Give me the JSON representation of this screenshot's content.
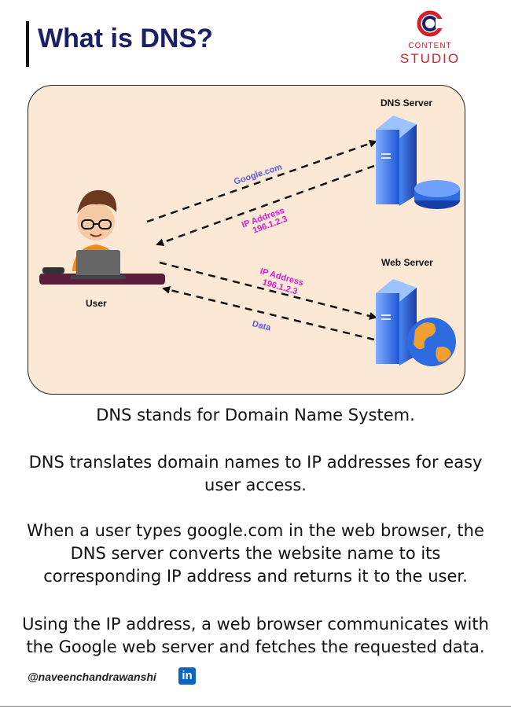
{
  "header": {
    "title": "What is DNS?"
  },
  "logo": {
    "line1": "CONTENT",
    "line2": "STUDIO"
  },
  "diagram": {
    "dns_server_label": "DNS Server",
    "web_server_label": "Web Server",
    "user_label": "User",
    "arrows": {
      "request_domain": "Google.com",
      "dns_reply_line1": "IP Address",
      "dns_reply_line2": "196.1.2.3",
      "web_request_line1": "IP Address",
      "web_request_line2": "196.1.2.3",
      "web_reply": "Data"
    },
    "colors": {
      "panel": "#fbe9d6",
      "magenta": "#d020d0",
      "blue_label": "#5a5ad6",
      "server_blue": "#2f6be0"
    }
  },
  "body": {
    "p1": "DNS stands for Domain Name System.",
    "p2_line1": "DNS translates domain names to IP addresses for easy",
    "p2_line2": "user access.",
    "p3_line1": "When a user types google.com in the web browser, the",
    "p3_line2": "DNS server converts the website name to its",
    "p3_line3": "corresponding IP address and returns it to the user.",
    "p4_line1": "Using the IP address, a web browser communicates with",
    "p4_line2": "the Google web server and fetches the requested data."
  },
  "footer": {
    "handle": "@naveenchandrawanshi",
    "linkedin_icon_text": "in"
  }
}
